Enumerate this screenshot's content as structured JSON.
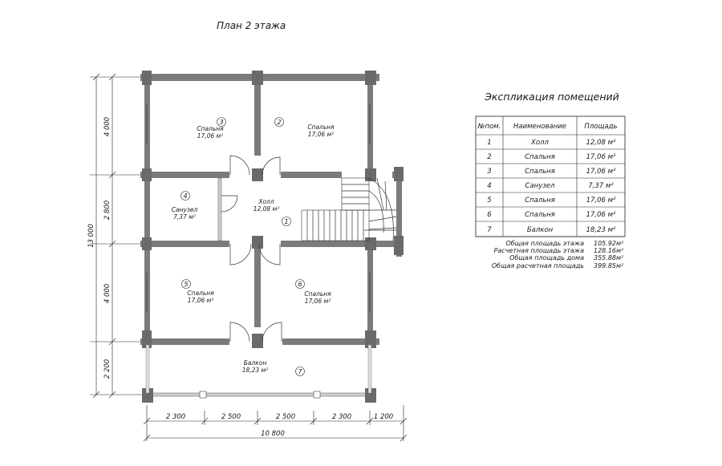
{
  "page_title": "План 2 этажа",
  "rooms": [
    {
      "no": "1",
      "name": "Холл",
      "area": "12,08 м²"
    },
    {
      "no": "2",
      "name": "Спальня",
      "area": "17,06 м²"
    },
    {
      "no": "3",
      "name": "Спальня",
      "area": "17,06 м²"
    },
    {
      "no": "4",
      "name": "Санузел",
      "area": "7,37 м²"
    },
    {
      "no": "5",
      "name": "Спальня",
      "area": "17,06 м²"
    },
    {
      "no": "6",
      "name": "Спальня",
      "area": "17,06 м²"
    },
    {
      "no": "7",
      "name": "Балкон",
      "area": "18,23 м²"
    }
  ],
  "dimensions": {
    "vertical": [
      "4 000",
      "2 800",
      "4 000",
      "2 200"
    ],
    "vertical_total": "13 000",
    "horizontal": [
      "2 300",
      "2 500",
      "2 500",
      "2 300",
      "1 200"
    ],
    "horizontal_total": "10 800"
  },
  "explication": {
    "title": "Экспликация помещений",
    "headers": [
      "№пом.",
      "Наименование",
      "Площадь"
    ],
    "totals": [
      {
        "label": "Общая площадь этажа",
        "value": "105.92м²"
      },
      {
        "label": "Расчетная площадь этажа",
        "value": "128.16м²"
      },
      {
        "label": "Общая площадь дома",
        "value": "355.88м²"
      },
      {
        "label": "Общая расчетная площадь",
        "value": "399.85м²"
      }
    ]
  }
}
